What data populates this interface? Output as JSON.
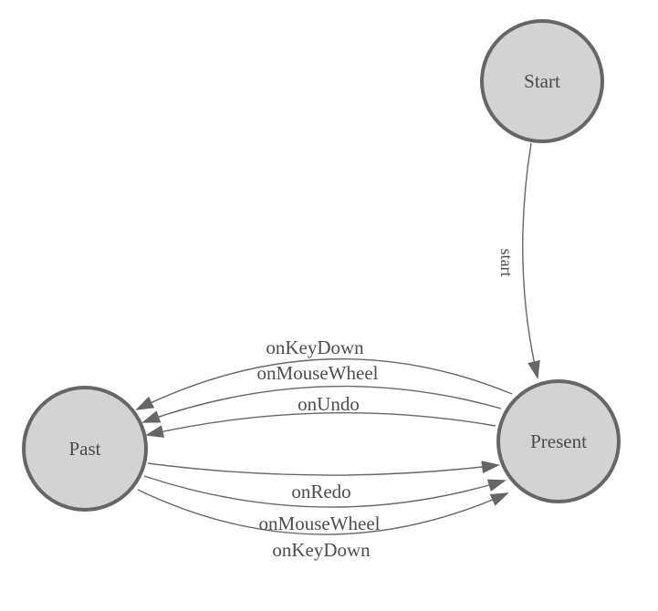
{
  "diagram": {
    "type": "state-machine",
    "nodes": [
      {
        "id": "start",
        "label": "Start"
      },
      {
        "id": "present",
        "label": "Present"
      },
      {
        "id": "past",
        "label": "Past"
      }
    ],
    "edges": [
      {
        "from": "Start",
        "to": "Present",
        "label": "start"
      },
      {
        "from": "Present",
        "to": "Past",
        "label": "onKeyDown"
      },
      {
        "from": "Present",
        "to": "Past",
        "label": "onMouseWheel"
      },
      {
        "from": "Present",
        "to": "Past",
        "label": "onUndo"
      },
      {
        "from": "Past",
        "to": "Present",
        "label": "onRedo"
      },
      {
        "from": "Past",
        "to": "Present",
        "label": "onMouseWheel"
      },
      {
        "from": "Past",
        "to": "Present",
        "label": "onKeyDown"
      }
    ],
    "colors": {
      "node_fill": "#d3d3d3",
      "node_stroke": "#666666",
      "edge_color": "#666666",
      "text_color": "#4a4a4a",
      "background": "#ffffff"
    }
  }
}
